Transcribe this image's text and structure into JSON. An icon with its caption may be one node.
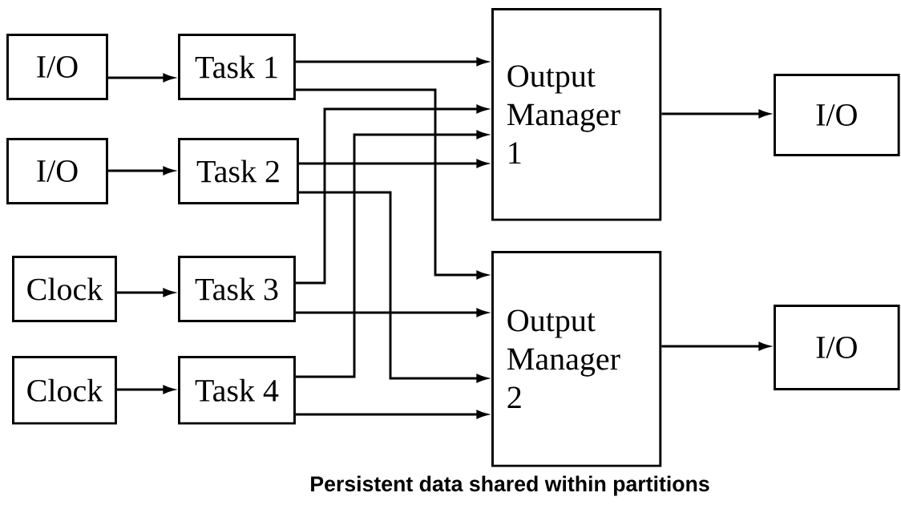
{
  "diagram": {
    "caption": "Persistent data shared within partitions",
    "nodes": [
      {
        "text": [
          "I/O"
        ]
      },
      {
        "text": [
          "Task 1"
        ]
      },
      {
        "text": [
          "Output Manager 1"
        ]
      },
      {
        "text": [
          "I/O"
        ]
      },
      {
        "text": [
          "I/O"
        ]
      },
      {
        "text": [
          "Task 2"
        ]
      },
      {
        "text": [
          "Clock"
        ]
      },
      {
        "text": [
          "Task 3"
        ]
      },
      {
        "text": [
          "Output Manager 2"
        ]
      },
      {
        "text": [
          "I/O"
        ]
      },
      {
        "text": [
          "Clock"
        ]
      },
      {
        "text": [
          "Task 4"
        ]
      }
    ],
    "edges": [
      {
        "from": 0,
        "to": 1,
        "arrow": "to"
      },
      {
        "from": 4,
        "to": 5,
        "arrow": "to"
      },
      {
        "from": 6,
        "to": 7,
        "arrow": "to"
      },
      {
        "from": 10,
        "to": 11,
        "arrow": "to"
      },
      {
        "from": 1,
        "to": 2,
        "arrow": "to"
      },
      {
        "from": 1,
        "to": 8,
        "arrow": "to"
      },
      {
        "from": 7,
        "to": 2,
        "arrow": "to"
      },
      {
        "from": 11,
        "to": 2,
        "arrow": "to"
      },
      {
        "from": 5,
        "to": 2,
        "arrow": "to"
      },
      {
        "from": 5,
        "to": 8,
        "arrow": "to"
      },
      {
        "from": 7,
        "to": 8,
        "arrow": "to"
      },
      {
        "from": 11,
        "to": 8,
        "arrow": "to"
      },
      {
        "from": 2,
        "to": 3,
        "arrow": "to"
      },
      {
        "from": 8,
        "to": 9,
        "arrow": "to"
      }
    ]
  }
}
